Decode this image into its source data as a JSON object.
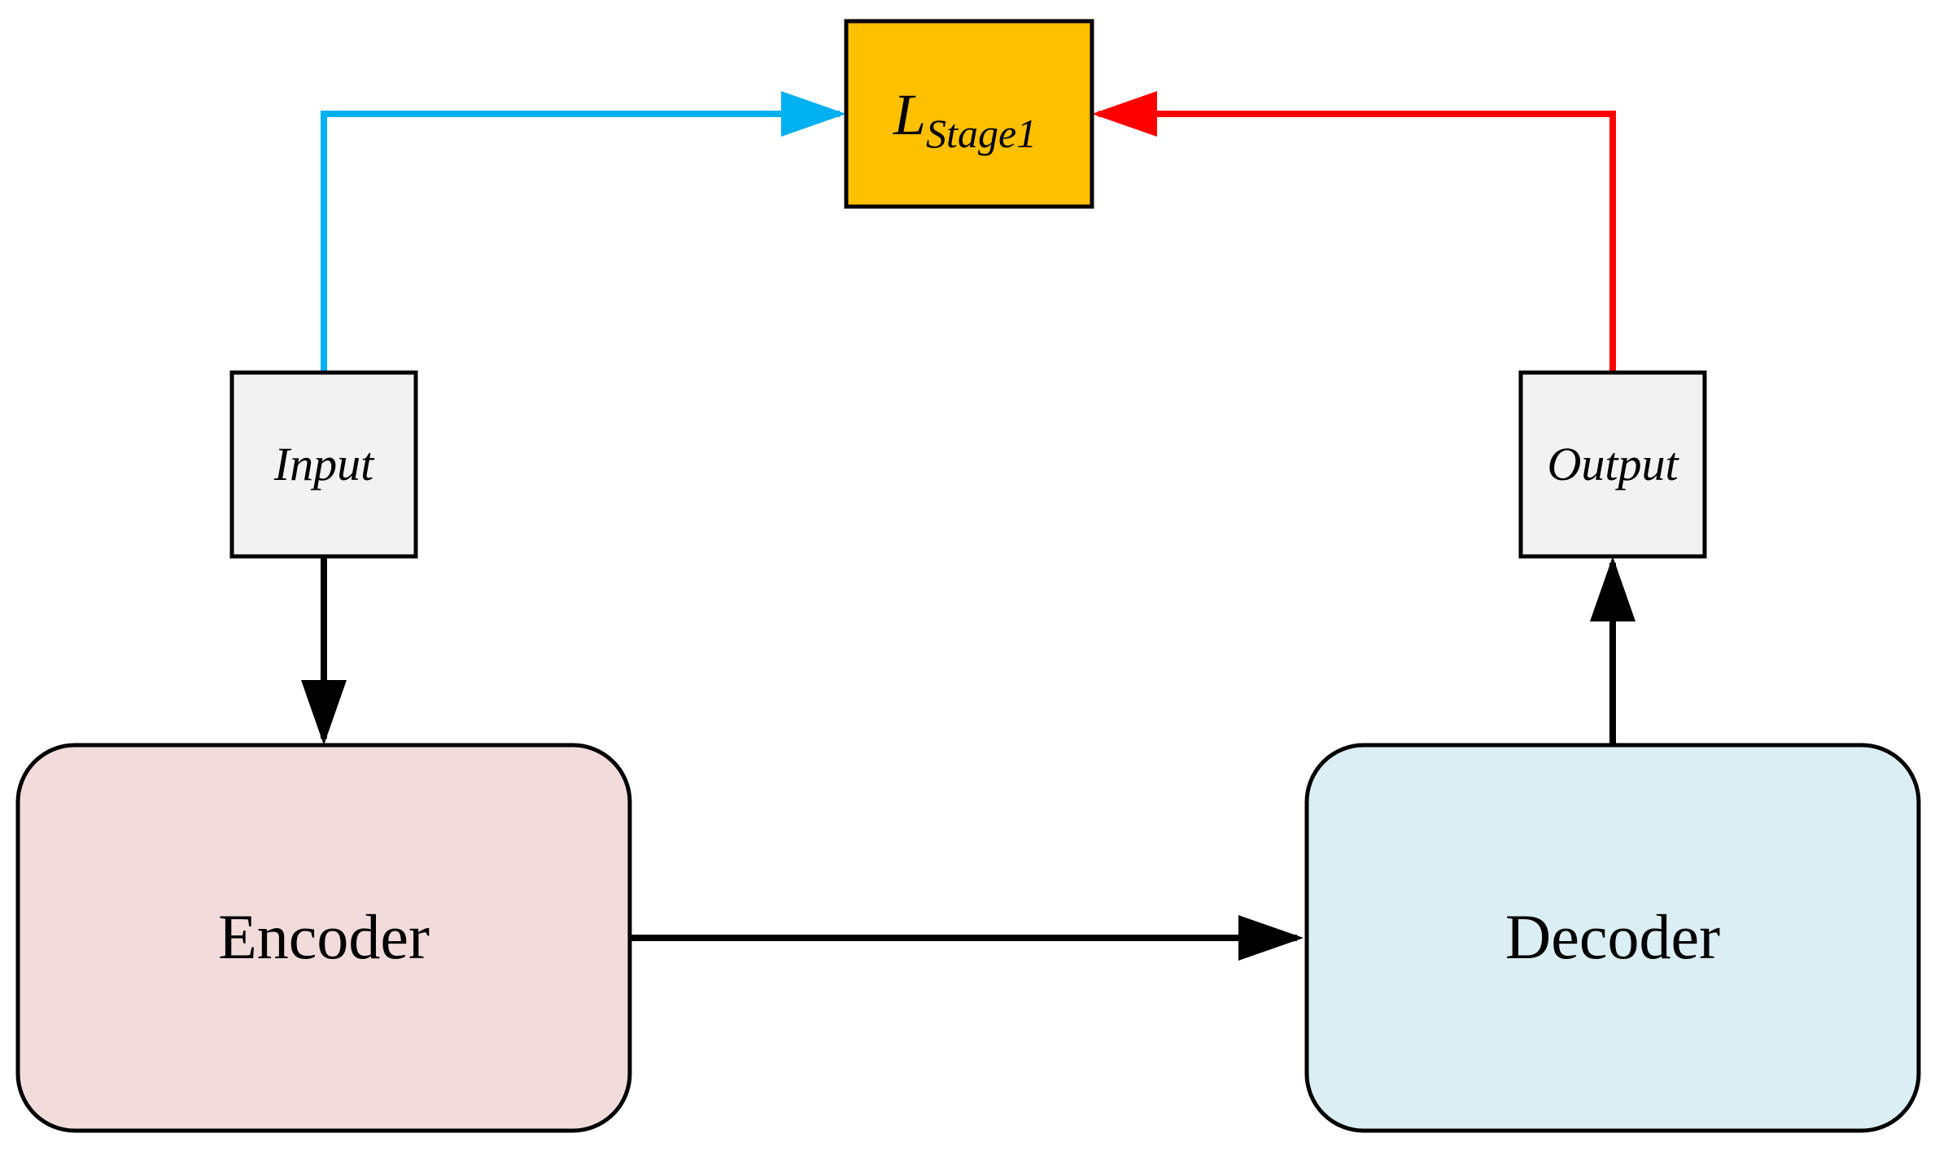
{
  "loss_node": {
    "symbol": "L",
    "subscript": "Stage1"
  },
  "input_node": {
    "label": "Input"
  },
  "output_node": {
    "label": "Output"
  },
  "encoder_node": {
    "label": "Encoder"
  },
  "decoder_node": {
    "label": "Decoder"
  },
  "colors": {
    "loss_fill": "#FFC000",
    "io_fill": "#F2F2F2",
    "encoder_fill": "#F2DCDB",
    "decoder_fill": "#DAEEF3",
    "stroke": "#000000",
    "input_to_loss_arrow": "#00B0F0",
    "output_to_loss_arrow": "#FF0000",
    "flow_arrow": "#000000"
  }
}
